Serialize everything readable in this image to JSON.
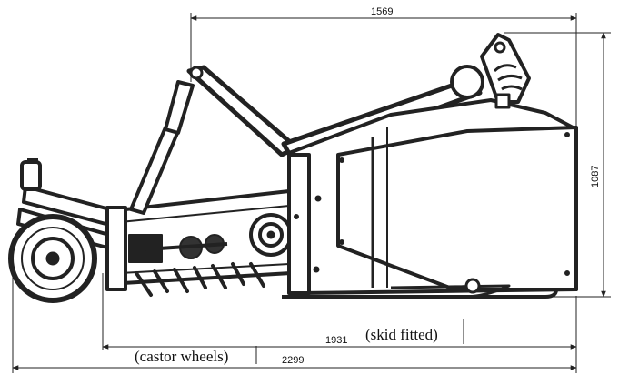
{
  "dimensions": {
    "top_width": "1569",
    "height": "1087",
    "skid_length": "1931",
    "skid_note": "(skid fitted)",
    "castor_note": "(castor wheels)",
    "overall_length": "2299"
  },
  "colors": {
    "line": "#222222",
    "fill": "#ffffff"
  }
}
